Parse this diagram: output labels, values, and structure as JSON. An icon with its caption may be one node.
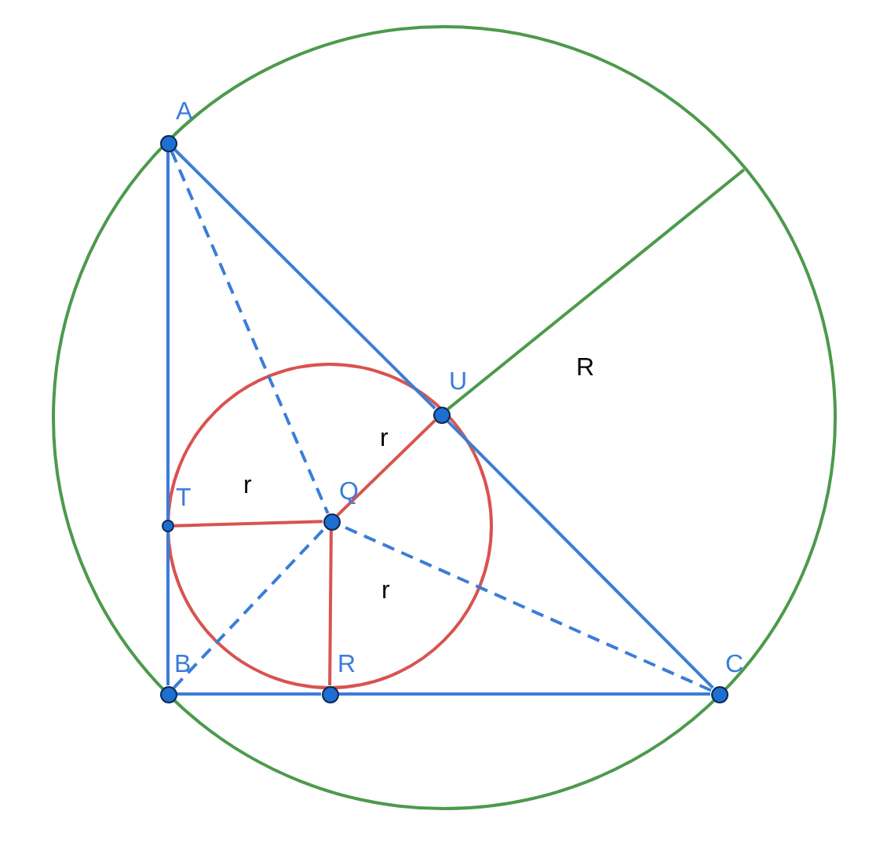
{
  "diagram": {
    "nodes": [
      {
        "text": [],
        "shape": "circle",
        "beside": [
          "A"
        ]
      },
      {
        "text": [],
        "shape": "circle",
        "beside": [
          "B"
        ]
      },
      {
        "text": [],
        "shape": "circle",
        "beside": [
          "C"
        ]
      },
      {
        "text": [],
        "shape": "circle",
        "beside": [
          "U"
        ]
      },
      {
        "text": [],
        "shape": "circle",
        "beside": [
          "Q"
        ]
      },
      {
        "text": [],
        "shape": "circle",
        "beside": [
          "T"
        ]
      },
      {
        "text": [],
        "shape": "circle",
        "beside": [
          "R"
        ]
      }
    ],
    "edges": [
      {
        "from": 0,
        "to": 5,
        "arrow": "none"
      },
      {
        "from": 5,
        "to": 1,
        "arrow": "none"
      },
      {
        "from": 1,
        "to": 6,
        "arrow": "none"
      },
      {
        "from": 6,
        "to": 2,
        "arrow": "none"
      },
      {
        "from": 0,
        "to": 3,
        "arrow": "none"
      },
      {
        "from": 3,
        "to": 2,
        "arrow": "none"
      },
      {
        "from": 0,
        "to": 4,
        "arrow": "none",
        "style": "dashed"
      },
      {
        "from": 1,
        "to": 4,
        "arrow": "none",
        "style": "dashed"
      },
      {
        "from": 2,
        "to": 4,
        "arrow": "none",
        "style": "dashed"
      },
      {
        "from": 4,
        "to": 5,
        "arrow": "none",
        "label": "r",
        "color": "#d9534f"
      },
      {
        "from": 4,
        "to": 3,
        "arrow": "none",
        "label": "r",
        "color": "#d9534f"
      },
      {
        "from": 4,
        "to": 6,
        "arrow": "none",
        "label": "r",
        "color": "#d9534f"
      },
      {
        "from": 3,
        "to": null,
        "arrow": "none",
        "label": "R",
        "color": "#4c9a4c"
      }
    ]
  }
}
